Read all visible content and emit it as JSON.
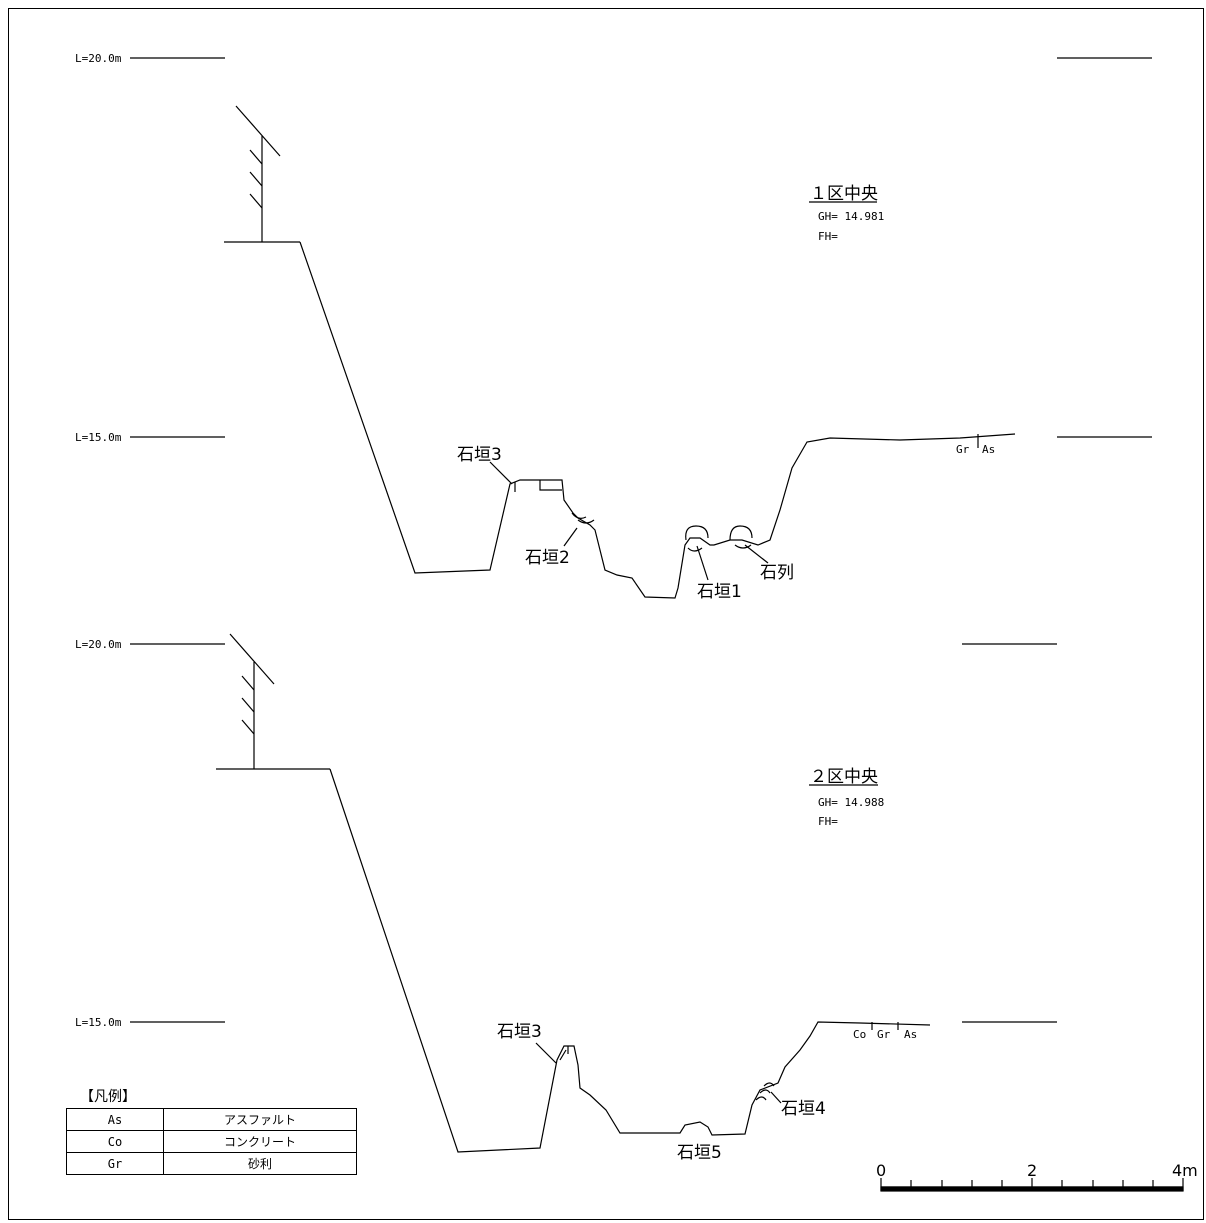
{
  "sections": [
    {
      "title": "１区中央",
      "gh": "GH= 14.981",
      "fh": "FH=",
      "level_top": "L=20.0m",
      "level_bottom": "L=15.0m",
      "labels": [
        "石垣3",
        "石垣2",
        "石垣1",
        "石列"
      ],
      "surface_codes": [
        "Gr",
        "As"
      ]
    },
    {
      "title": "２区中央",
      "gh": "GH= 14.988",
      "fh": "FH=",
      "level_top": "L=20.0m",
      "level_bottom": "L=15.0m",
      "labels": [
        "石垣3",
        "石垣4",
        "石垣5"
      ],
      "surface_codes": [
        "Co",
        "Gr",
        "As"
      ]
    }
  ],
  "legend": {
    "title": "【凡例】",
    "rows": [
      {
        "code": "As",
        "desc": "アスファルト"
      },
      {
        "code": "Co",
        "desc": "コンクリート"
      },
      {
        "code": "Gr",
        "desc": "砂利"
      }
    ]
  },
  "scale_bar": {
    "labels": [
      "0",
      "2",
      "4m"
    ]
  }
}
